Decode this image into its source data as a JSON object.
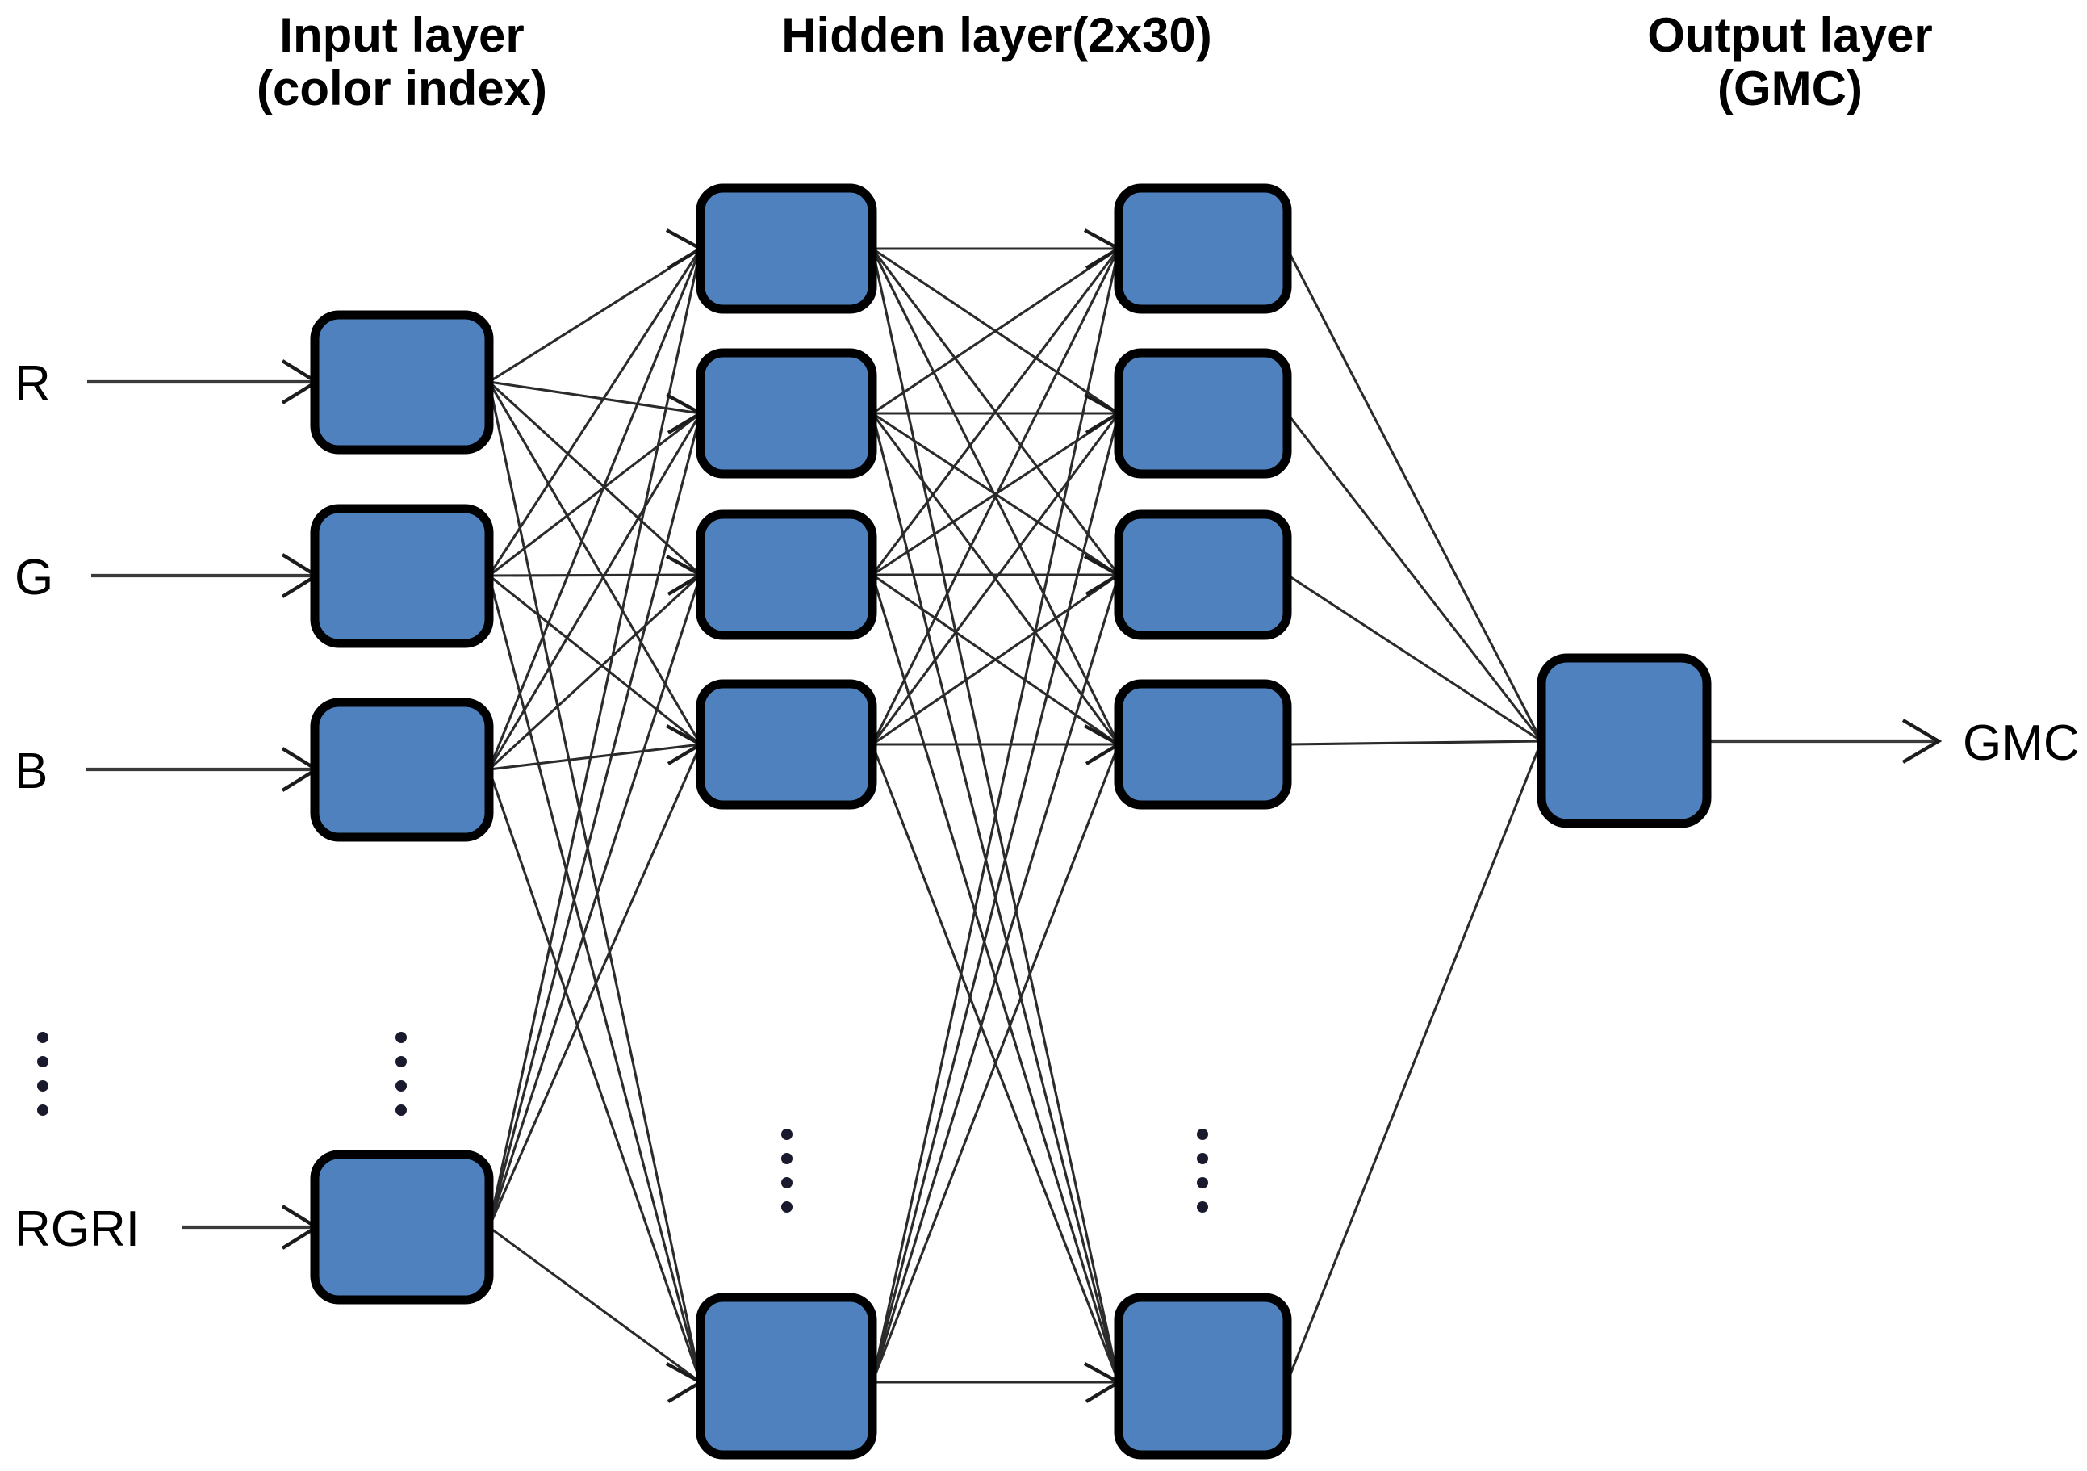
{
  "figure": {
    "type": "neural-network-architecture-diagram",
    "background_color": "#ffffff",
    "node_fill_color": "#4E81BD",
    "node_border_color": "#000000",
    "edge_color": "#2b2b2b",
    "text_color": "#000000"
  },
  "titles": {
    "input_line1": "Input layer",
    "input_line2": "(color index)",
    "hidden_line1": "Hidden layer(2x30)",
    "output_line1": "Output layer",
    "output_line2": "(GMC)"
  },
  "input_labels": [
    {
      "text": "R"
    },
    {
      "text": "G"
    },
    {
      "text": "B"
    },
    {
      "text": "RGRI"
    }
  ],
  "output_labels": [
    {
      "text": "GMC"
    }
  ],
  "icons": {
    "vertical-ellipsis": "⋮",
    "arrow-right": "→"
  },
  "layers": [
    {
      "id": "input",
      "name": "Input layer",
      "subtitle": "(color index)",
      "visible_node_count": 4,
      "has_ellipsis": true,
      "labels": [
        "R",
        "G",
        "B",
        "RGRI"
      ]
    },
    {
      "id": "hidden-1",
      "name": "Hidden layer 1",
      "subtitle": "2x30",
      "visible_node_count": 5,
      "has_ellipsis": true,
      "labels": []
    },
    {
      "id": "hidden-2",
      "name": "Hidden layer 2",
      "subtitle": "2x30",
      "visible_node_count": 5,
      "has_ellipsis": true,
      "labels": []
    },
    {
      "id": "output",
      "name": "Output layer",
      "subtitle": "(GMC)",
      "visible_node_count": 1,
      "has_ellipsis": false,
      "labels": [
        "GMC"
      ]
    }
  ],
  "chart_data": {
    "type": "diagram",
    "title": "Artificial neural network architecture",
    "architecture": {
      "input_layer": {
        "label": "Input layer (color index)",
        "features": [
          "R",
          "G",
          "B",
          "RGRI"
        ],
        "drawn_nodes": 4
      },
      "hidden_layers": {
        "label": "Hidden layer(2x30)",
        "count": 2,
        "neurons_per_layer": 30,
        "drawn_nodes_per_layer": 5
      },
      "output_layer": {
        "label": "Output layer (GMC)",
        "outputs": [
          "GMC"
        ],
        "drawn_nodes": 1
      }
    },
    "connectivity": "fully-connected",
    "ellipsis_marks": 4
  }
}
